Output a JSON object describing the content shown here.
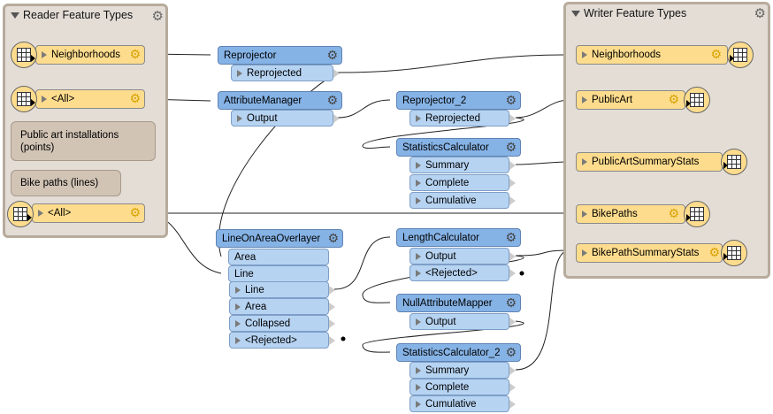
{
  "reader": {
    "title": "Reader Feature Types",
    "features": [
      {
        "label": "Neighborhoods"
      },
      {
        "label": "<All>"
      },
      {
        "label": "<All>"
      }
    ],
    "annotations": [
      "Public art installations (points)",
      "Bike paths (lines)"
    ]
  },
  "writer": {
    "title": "Writer Feature Types",
    "features": [
      {
        "label": "Neighborhoods"
      },
      {
        "label": "PublicArt"
      },
      {
        "label": "PublicArtSummaryStats"
      },
      {
        "label": "BikePaths"
      },
      {
        "label": "BikePathSummaryStats"
      }
    ]
  },
  "transformers": {
    "reprojector": {
      "name": "Reprojector",
      "ports": [
        "Reprojected"
      ]
    },
    "attribute_manager": {
      "name": "AttributeManager",
      "ports": [
        "Output"
      ]
    },
    "reprojector_2": {
      "name": "Reprojector_2",
      "ports": [
        "Reprojected"
      ]
    },
    "statistics_calculator": {
      "name": "StatisticsCalculator",
      "ports": [
        "Summary",
        "Complete",
        "Cumulative"
      ]
    },
    "line_on_area_overlayer": {
      "name": "LineOnAreaOverlayer",
      "inputs": [
        "Area",
        "Line"
      ],
      "ports": [
        "Line",
        "Area",
        "Collapsed",
        "<Rejected>"
      ]
    },
    "length_calculator": {
      "name": "LengthCalculator",
      "ports": [
        "Output",
        "<Rejected>"
      ]
    },
    "null_attribute_mapper": {
      "name": "NullAttributeMapper",
      "ports": [
        "Output"
      ]
    },
    "statistics_calculator_2": {
      "name": "StatisticsCalculator_2",
      "ports": [
        "Summary",
        "Complete",
        "Cumulative"
      ]
    }
  },
  "icons": {
    "gear": "gear-icon",
    "collapse": "triangle-down-icon",
    "port": "port-triangle-icon"
  }
}
